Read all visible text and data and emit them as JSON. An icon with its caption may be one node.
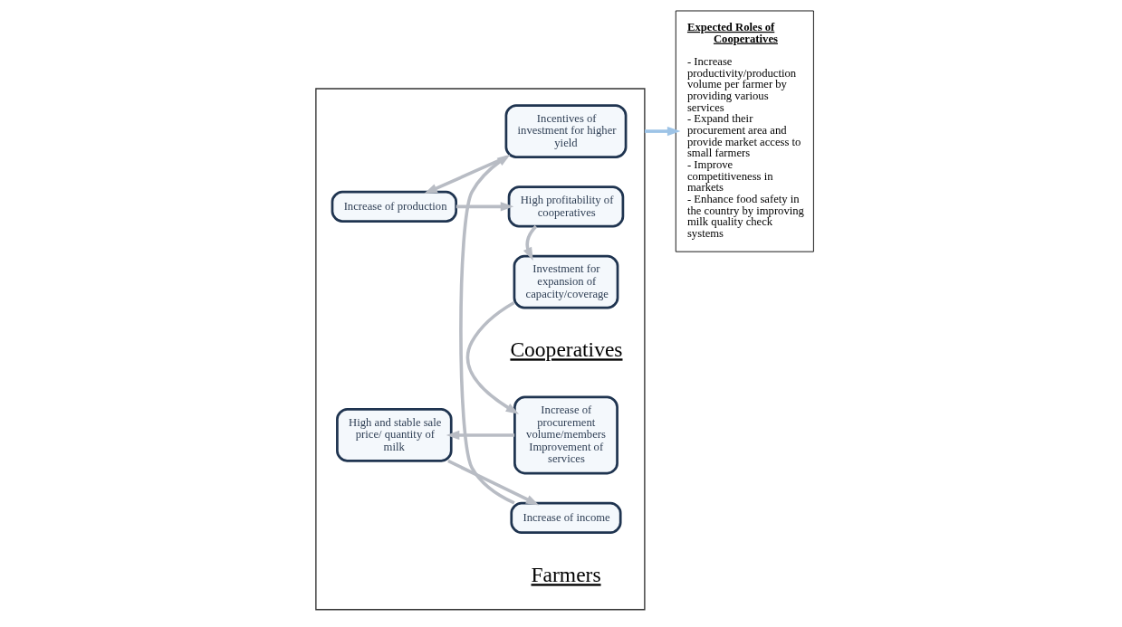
{
  "diagram": {
    "nodes": [
      {
        "text": [],
        "shape": "box"
      },
      {
        "text": [
          "High and stable sale price/ quantity of milk"
        ],
        "in": 0
      },
      {
        "text": [
          "Increase of income"
        ],
        "in": 0
      },
      {
        "text": [
          "Incentives of investment for higher yield"
        ],
        "in": 0
      },
      {
        "text": [
          "Increase of production"
        ],
        "in": 0
      },
      {
        "text": [
          "High profitability of cooperatives"
        ],
        "in": 0
      },
      {
        "text": [
          "Investment for expansion of capacity/coverage"
        ],
        "in": 0
      },
      {
        "text": [
          "Increase of procurement volume/members",
          "Improvement of services"
        ],
        "in": 0
      },
      {
        "text": [
          "Expected Roles of Cooperatives",
          "- Increase productivity/production volume per farmer by providing various services",
          "- Expand their procurement area and provide market access to small farmers",
          "- Improve competitiveness in markets",
          "- Enhance food safety in the country by improving milk quality check systems"
        ]
      }
    ],
    "edges": [
      {
        "from": 1,
        "to": 2,
        "arrow": "to"
      },
      {
        "from": 2,
        "to": 3,
        "arrow": "to"
      },
      {
        "from": 3,
        "to": 4,
        "arrow": "to"
      },
      {
        "from": 4,
        "to": 5,
        "arrow": "to"
      },
      {
        "from": 5,
        "to": 6,
        "arrow": "to"
      },
      {
        "from": 6,
        "to": 7,
        "arrow": "to"
      },
      {
        "from": 7,
        "to": 1,
        "arrow": "to"
      },
      {
        "from": 0,
        "to": 8,
        "arrow": "to",
        "color": "#9dc3e6"
      }
    ],
    "labels": [
      "Cooperatives",
      "Farmers"
    ]
  }
}
